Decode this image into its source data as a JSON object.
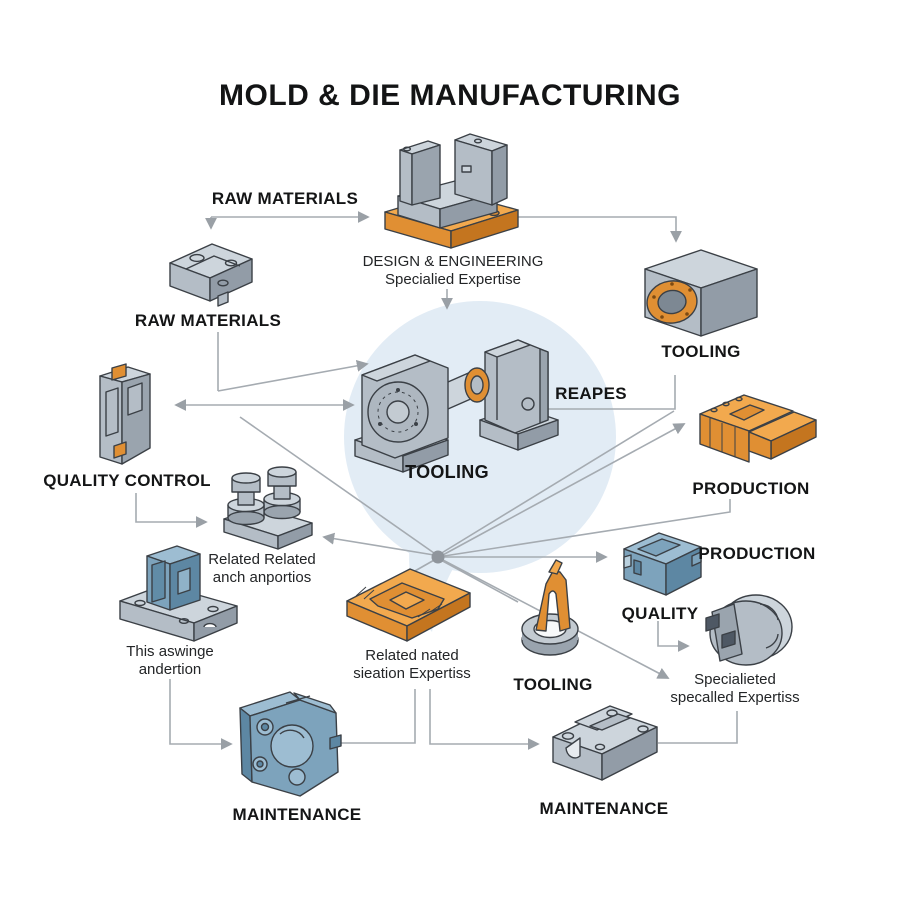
{
  "title": "MOLD & DIE MANUFACTURING",
  "labels": {
    "raw_materials_flow": "RAW MATERIALS",
    "raw_materials_node": "RAW MATERIALS",
    "design_line1": "DESIGN & ENGINEERING",
    "design_line2": "Specialied Expertise",
    "tooling_top_right": "TOOLING",
    "reapes": "REAPES",
    "tooling_center": "TOOLING",
    "quality_control": "QUALITY CONTROL",
    "posts_line1": "Related Related",
    "posts_line2": "anch anportios",
    "aswinge_line1": "This aswinge",
    "aswinge_line2": "andertion",
    "orange_plate_line1": "Related nated",
    "orange_plate_line2": "sieation Expertiss",
    "tooling_clamp": "TOOLING",
    "production_orange": "PRODUCTION",
    "production_blue": "PRODUCTION",
    "quality": "QUALITY",
    "specialieted_line1": "Specialieted",
    "specialieted_line2": "specalled Expertiss",
    "maintenance_left": "MAINTENANCE",
    "maintenance_right": "MAINTENANCE"
  },
  "parts": [
    "design-engineering-part",
    "raw-materials-part",
    "tooling-top-right-part",
    "tooling-center-part",
    "quality-control-part",
    "related-posts-part",
    "aswinge-bracket-part",
    "orange-mold-plate-part",
    "tooling-clamp-part",
    "production-orange-part",
    "production-blue-part",
    "specialieted-housing-part",
    "maintenance-blue-part",
    "maintenance-gray-part"
  ],
  "colors": {
    "accent_orange": "#e8963a",
    "steel_blue": "#7da3bc",
    "part_gray": "#b4bdc6",
    "balloon_blue": "#e2ecf5",
    "connector_gray": "#a5abb1",
    "text": "#141516"
  }
}
